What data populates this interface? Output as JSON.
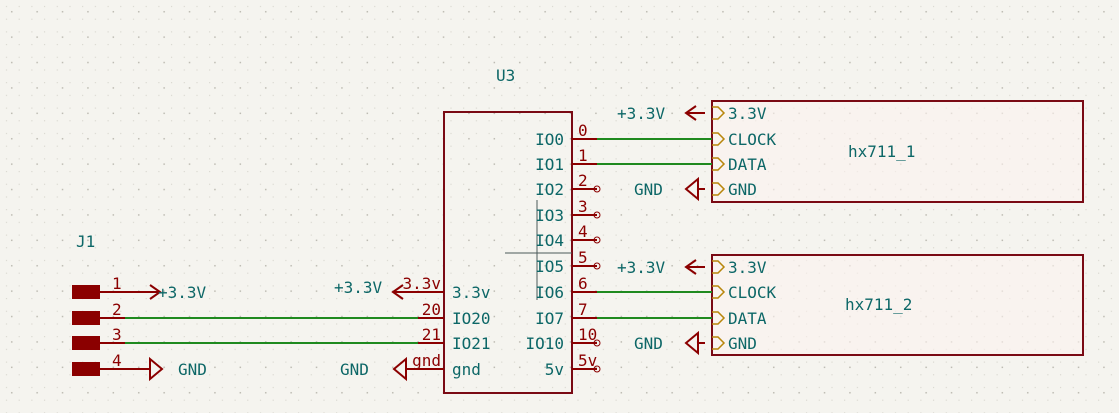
{
  "colors": {
    "background": "#f5f4ef",
    "grid_dot": "#c8c6bd",
    "symbol_body": "#7a0a14",
    "pin": "#8b0000",
    "wire": "#1f8a1f",
    "text": "#0d6767",
    "sheet_fill": "#fbf2ef",
    "sheet_pin": "#b8860b"
  },
  "u3": {
    "reference": "U3",
    "right_pins": [
      {
        "number": "0",
        "name": "IO0",
        "connected": true
      },
      {
        "number": "1",
        "name": "IO1",
        "connected": true
      },
      {
        "number": "2",
        "name": "IO2",
        "connected": false
      },
      {
        "number": "3",
        "name": "IO3",
        "connected": false
      },
      {
        "number": "4",
        "name": "IO4",
        "connected": false
      },
      {
        "number": "5",
        "name": "IO5",
        "connected": false
      },
      {
        "number": "6",
        "name": "IO6",
        "connected": true
      },
      {
        "number": "7",
        "name": "IO7",
        "connected": true
      },
      {
        "number": "10",
        "name": "IO10",
        "connected": false
      },
      {
        "number": "5v",
        "name": "5v",
        "connected": false
      }
    ],
    "left_pins": [
      {
        "number": "3.3v",
        "name": "3.3v"
      },
      {
        "number": "20",
        "name": "IO20"
      },
      {
        "number": "21",
        "name": "IO21"
      },
      {
        "number": "gnd",
        "name": "gnd"
      }
    ],
    "left_power": {
      "vcc": "+3.3V",
      "gnd": "GND"
    }
  },
  "j1": {
    "reference": "J1",
    "pins": [
      "1",
      "2",
      "3",
      "4"
    ],
    "power": {
      "pin1": "+3.3V",
      "pin4": "GND"
    }
  },
  "sheets": [
    {
      "name": "hx711_1",
      "pins": [
        "3.3V",
        "CLOCK",
        "DATA",
        "GND"
      ],
      "power": {
        "vcc": "+3.3V",
        "gnd": "GND"
      }
    },
    {
      "name": "hx711_2",
      "pins": [
        "3.3V",
        "CLOCK",
        "DATA",
        "GND"
      ],
      "power": {
        "vcc": "+3.3V",
        "gnd": "GND"
      }
    }
  ]
}
